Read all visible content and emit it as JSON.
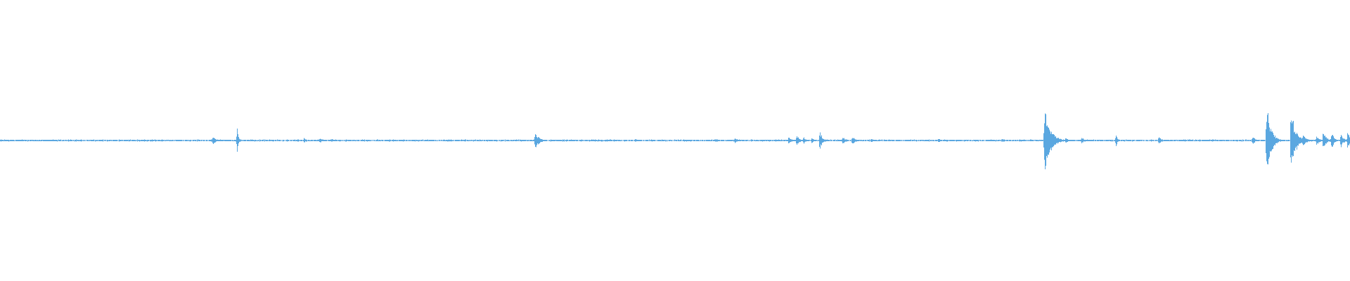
{
  "colors": {
    "background": "#ffffff",
    "waveform": "#5aa7e0"
  },
  "waveform": {
    "bursts": [
      {
        "t": 0.1575,
        "amp": 0.12,
        "decay": 0.002
      },
      {
        "t": 0.1755,
        "amp": 0.42,
        "decay": 0.001
      },
      {
        "t": 0.225,
        "amp": 0.07,
        "decay": 0.002
      },
      {
        "t": 0.2365,
        "amp": 0.08,
        "decay": 0.002
      },
      {
        "t": 0.245,
        "amp": 0.05,
        "decay": 0.004
      },
      {
        "t": 0.396,
        "amp": 0.22,
        "decay": 0.003
      },
      {
        "t": 0.47,
        "amp": 0.05,
        "decay": 0.002
      },
      {
        "t": 0.53,
        "amp": 0.05,
        "decay": 0.002
      },
      {
        "t": 0.544,
        "amp": 0.07,
        "decay": 0.003
      },
      {
        "t": 0.584,
        "amp": 0.1,
        "decay": 0.002
      },
      {
        "t": 0.59,
        "amp": 0.16,
        "decay": 0.002
      },
      {
        "t": 0.595,
        "amp": 0.1,
        "decay": 0.002
      },
      {
        "t": 0.601,
        "amp": 0.08,
        "decay": 0.002
      },
      {
        "t": 0.607,
        "amp": 0.27,
        "decay": 0.002
      },
      {
        "t": 0.624,
        "amp": 0.12,
        "decay": 0.002
      },
      {
        "t": 0.631,
        "amp": 0.13,
        "decay": 0.002
      },
      {
        "t": 0.645,
        "amp": 0.06,
        "decay": 0.002
      },
      {
        "t": 0.695,
        "amp": 0.06,
        "decay": 0.002
      },
      {
        "t": 0.742,
        "amp": 0.06,
        "decay": 0.002
      },
      {
        "t": 0.7735,
        "amp": 1.0,
        "decay": 0.004
      },
      {
        "t": 0.783,
        "amp": 0.1,
        "decay": 0.002
      },
      {
        "t": 0.789,
        "amp": 0.08,
        "decay": 0.002
      },
      {
        "t": 0.801,
        "amp": 0.09,
        "decay": 0.002
      },
      {
        "t": 0.8265,
        "amp": 0.22,
        "decay": 0.001
      },
      {
        "t": 0.858,
        "amp": 0.12,
        "decay": 0.002
      },
      {
        "t": 0.9275,
        "amp": 0.12,
        "decay": 0.002
      },
      {
        "t": 0.938,
        "amp": 1.0,
        "decay": 0.003
      },
      {
        "t": 0.956,
        "amp": 0.75,
        "decay": 0.004
      },
      {
        "t": 0.965,
        "amp": 0.2,
        "decay": 0.002
      },
      {
        "t": 0.975,
        "amp": 0.15,
        "decay": 0.002
      },
      {
        "t": 0.98,
        "amp": 0.3,
        "decay": 0.002
      },
      {
        "t": 0.986,
        "amp": 0.25,
        "decay": 0.002
      },
      {
        "t": 0.993,
        "amp": 0.2,
        "decay": 0.002
      },
      {
        "t": 0.998,
        "amp": 0.25,
        "decay": 0.002
      }
    ]
  }
}
